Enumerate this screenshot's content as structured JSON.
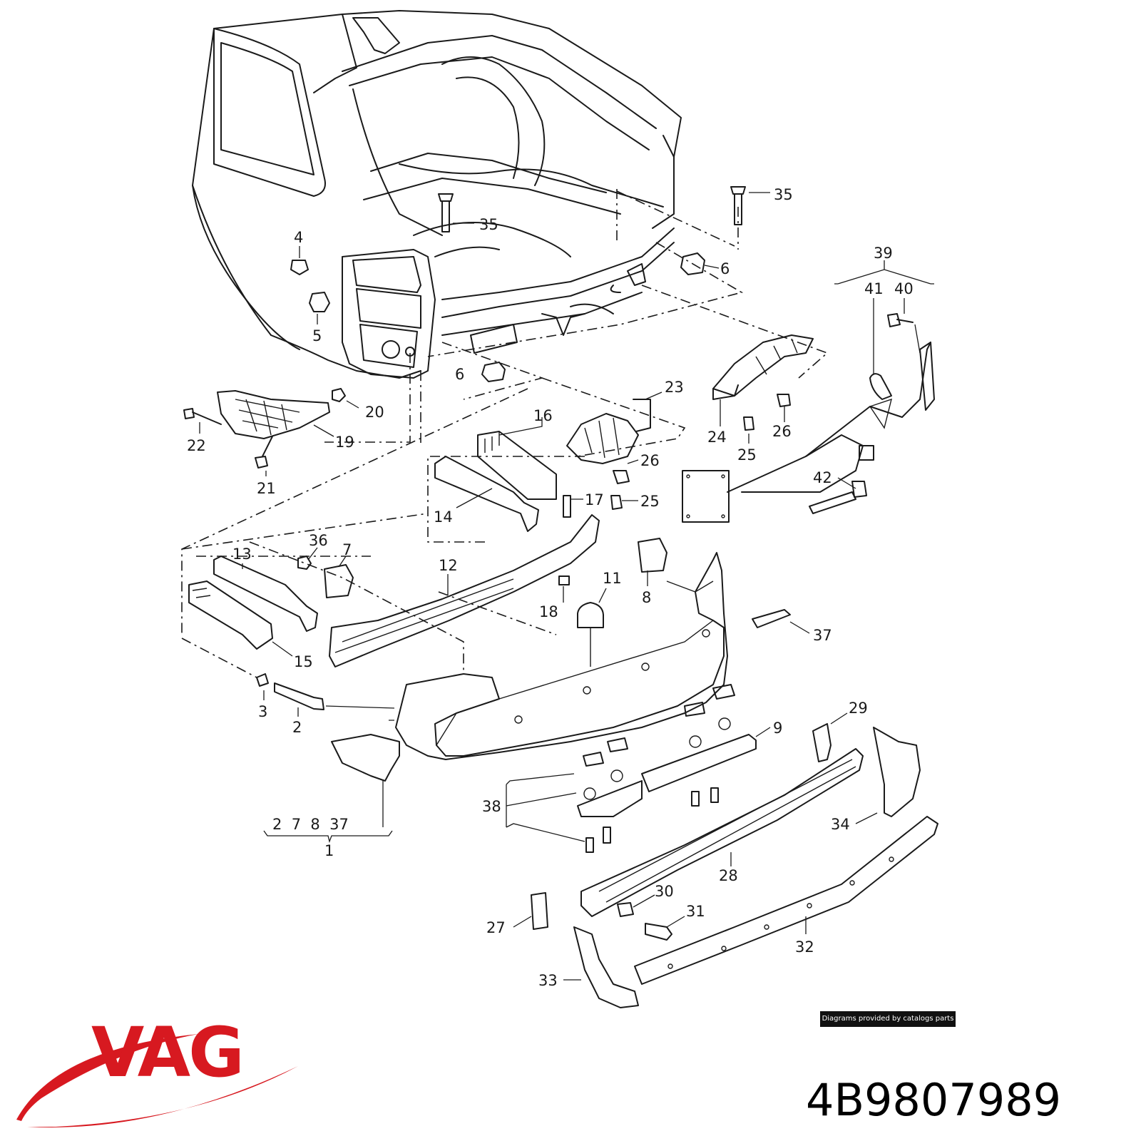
{
  "diagram": {
    "callouts": [
      {
        "id": "c35a",
        "text": "35"
      },
      {
        "id": "c35b",
        "text": "35"
      },
      {
        "id": "c4",
        "text": "4"
      },
      {
        "id": "c5",
        "text": "5"
      },
      {
        "id": "c6a",
        "text": "6"
      },
      {
        "id": "c6b",
        "text": "6"
      },
      {
        "id": "c39",
        "text": "39"
      },
      {
        "id": "c41",
        "text": "41"
      },
      {
        "id": "c40",
        "text": "40"
      },
      {
        "id": "c20",
        "text": "20"
      },
      {
        "id": "c22",
        "text": "22"
      },
      {
        "id": "c19",
        "text": "19"
      },
      {
        "id": "c21",
        "text": "21"
      },
      {
        "id": "c23",
        "text": "23"
      },
      {
        "id": "c16",
        "text": "16"
      },
      {
        "id": "c24",
        "text": "24"
      },
      {
        "id": "c25a",
        "text": "25"
      },
      {
        "id": "c26a",
        "text": "26"
      },
      {
        "id": "c26b",
        "text": "26"
      },
      {
        "id": "c25b",
        "text": "25"
      },
      {
        "id": "c17",
        "text": "17"
      },
      {
        "id": "c14",
        "text": "14"
      },
      {
        "id": "c42",
        "text": "42"
      },
      {
        "id": "c13",
        "text": "13"
      },
      {
        "id": "c36",
        "text": "36"
      },
      {
        "id": "c7",
        "text": "7"
      },
      {
        "id": "c12",
        "text": "12"
      },
      {
        "id": "c11",
        "text": "11"
      },
      {
        "id": "c8",
        "text": "8"
      },
      {
        "id": "c18",
        "text": "18"
      },
      {
        "id": "c37",
        "text": "37"
      },
      {
        "id": "c15",
        "text": "15"
      },
      {
        "id": "c3",
        "text": "3"
      },
      {
        "id": "c2",
        "text": "2"
      },
      {
        "id": "c9",
        "text": "9"
      },
      {
        "id": "c29",
        "text": "29"
      },
      {
        "id": "c38",
        "text": "38"
      },
      {
        "id": "c34",
        "text": "34"
      },
      {
        "id": "c28",
        "text": "28"
      },
      {
        "id": "c30",
        "text": "30"
      },
      {
        "id": "c31",
        "text": "31"
      },
      {
        "id": "c27",
        "text": "27"
      },
      {
        "id": "c32",
        "text": "32"
      },
      {
        "id": "c33",
        "text": "33"
      }
    ],
    "group_1": {
      "items": "2  7  8  37",
      "label": "1"
    }
  },
  "credit": "Diagrams provided by catalogs parts",
  "brand": {
    "name": "VAG",
    "color": "#d71920"
  },
  "part_number": "4B9807989"
}
